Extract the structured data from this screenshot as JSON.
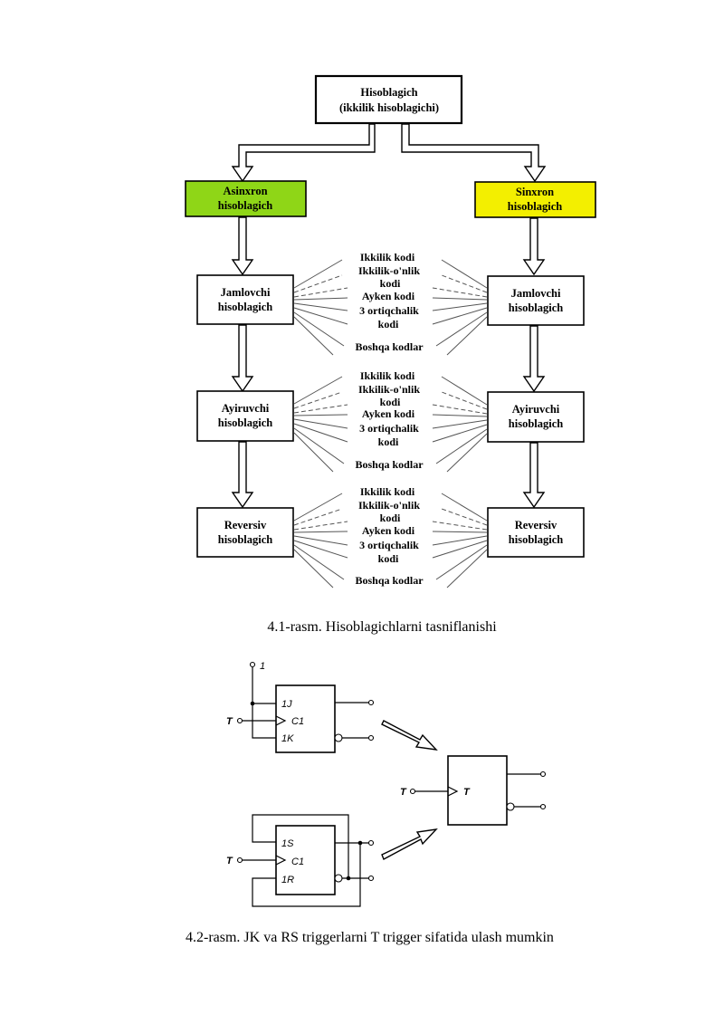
{
  "figure1": {
    "top_box": {
      "line1": "Hisoblagich",
      "line2": "(ikkilik hisoblagichi)"
    },
    "left_branch": {
      "line1": "Asinxron",
      "line2": "hisoblagich",
      "color": "#8fd617"
    },
    "right_branch": {
      "line1": "Sinxron",
      "line2": "hisoblagich",
      "color": "#f3ef00"
    },
    "left_column": [
      {
        "line1": "Jamlovchi",
        "line2": "hisoblagich"
      },
      {
        "line1": "Ayiruvchi",
        "line2": "hisoblagich"
      },
      {
        "line1": "Reversiv",
        "line2": "hisoblagich"
      }
    ],
    "right_column": [
      {
        "line1": "Jamlovchi",
        "line2": "hisoblagich"
      },
      {
        "line1": "Ayiruvchi",
        "line2": "hisoblagich"
      },
      {
        "line1": "Reversiv",
        "line2": "hisoblagich"
      }
    ],
    "codes": [
      "Ikkilik kodi",
      "Ikkilik-o'nlik",
      "kodi",
      "Ayken kodi",
      "3 ortiqchalik",
      "kodi",
      "Boshqa kodlar"
    ],
    "caption": "4.1-rasm. Hisoblagichlarni tasniflanishi"
  },
  "figure2": {
    "jk": {
      "input_one": "1",
      "input_t": "T",
      "pin_j": "1J",
      "pin_c": "C1",
      "pin_k": "1K"
    },
    "rs": {
      "input_t": "T",
      "pin_s": "1S",
      "pin_c": "C1",
      "pin_r": "1R"
    },
    "t_trigger": {
      "input_t": "T",
      "pin_t": "T"
    },
    "caption": "4.2-rasm. JK va RS triggerlarni T trigger sifatida  ulash mumkin"
  }
}
